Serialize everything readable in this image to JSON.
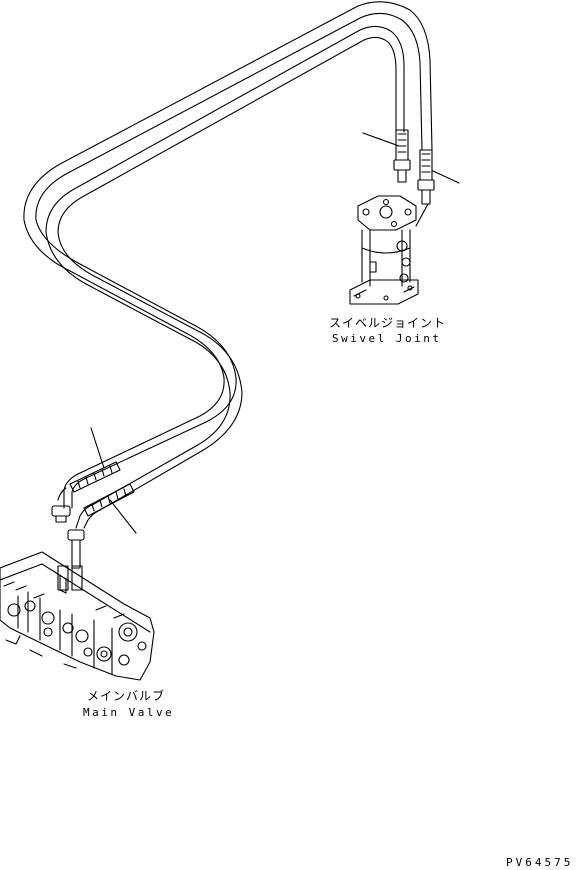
{
  "swivel_joint": {
    "label_jp": "スイベルジョイント",
    "label_en": "Swivel Joint"
  },
  "main_valve": {
    "label_jp": "メインバルブ",
    "label_en": "Main Valve"
  },
  "drawing_code": "PV64575"
}
